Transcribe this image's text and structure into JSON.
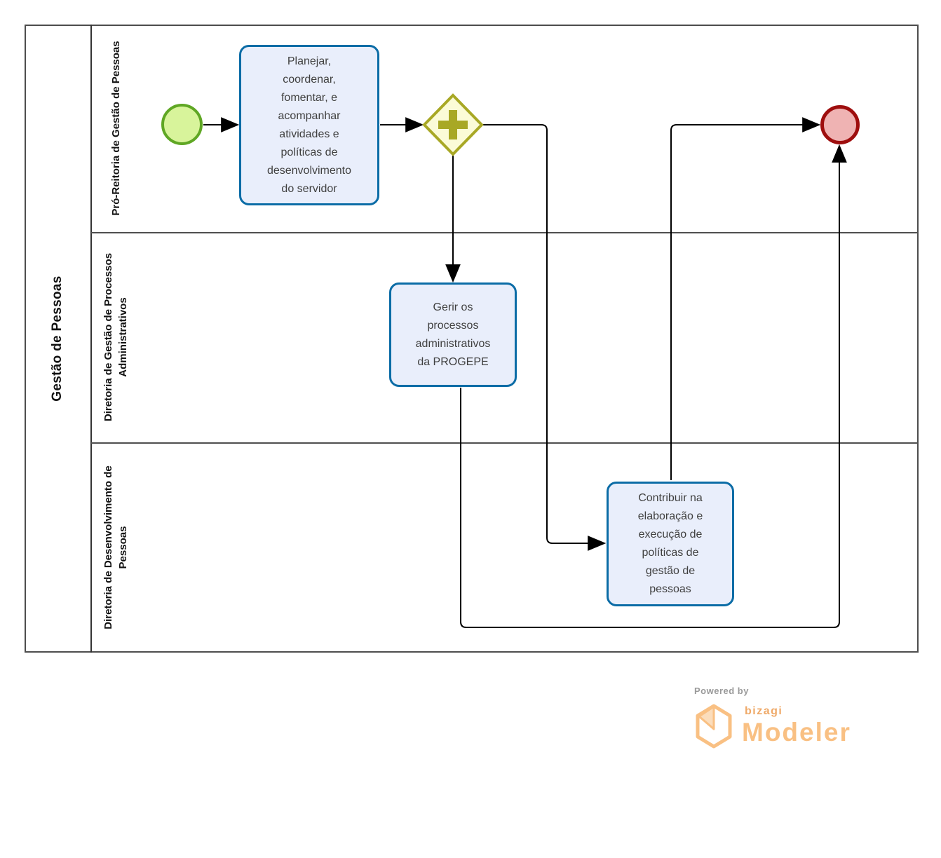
{
  "pool": {
    "title": "Gestão de Pessoas"
  },
  "lanes": [
    {
      "label": "Pró-Reitoria de Gestão de Pessoas"
    },
    {
      "label": "Diretoria de Gestão de Processos Administrativos"
    },
    {
      "label": "Diretoria de Desenvolvimento de Pessoas"
    }
  ],
  "tasks": [
    {
      "text": "Planejar, coordenar, fomentar, e acompanhar atividades e políticas de desenvolvimento do servidor"
    },
    {
      "text": "Gerir os processos administrativos da PROGEPE"
    },
    {
      "text": "Contribuir na elaboração e execução de políticas de gestão de pessoas"
    }
  ],
  "events": {
    "start": {
      "type": "start-event"
    },
    "end": {
      "type": "end-event"
    }
  },
  "gateway": {
    "type": "parallel-gateway"
  },
  "branding": {
    "powered_by": "Powered by",
    "brand": "bizagi",
    "product": "Modeler"
  },
  "colors": {
    "task_fill": "#E9EEFB",
    "task_border": "#0B6CA6",
    "gateway_fill": "#FBFBD7",
    "gateway_border": "#A8A825",
    "start_fill": "#D8F49B",
    "start_border": "#5FA724",
    "end_fill": "#EFB3B3",
    "end_border": "#9E0E0E",
    "connector": "#000000",
    "pool_border": "#4D4D4D",
    "lane_divider": "#4F4F4F",
    "text_dark": "#111111",
    "task_text": "#404040",
    "logo_orange": "#F9C083",
    "logo_orange_dark": "#EFA968",
    "logo_gray": "#9A9A9A",
    "logo_flap": "#FBDDBC"
  }
}
